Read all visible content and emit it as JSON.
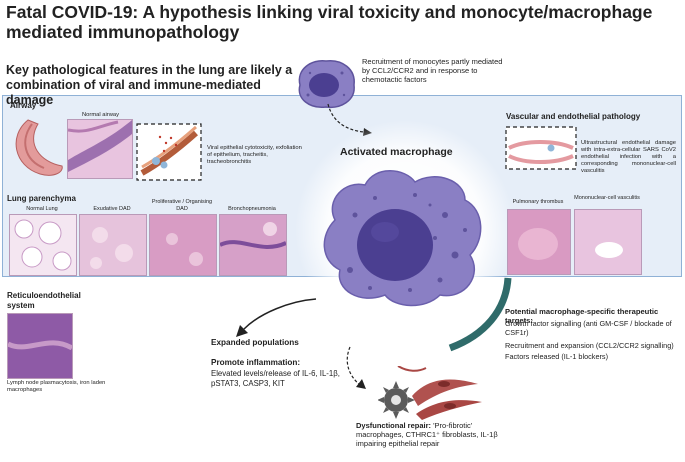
{
  "title": "Fatal COVID-19: A hypothesis linking viral toxicity and monocyte/macrophage mediated immunopathology",
  "subtitle": "Key pathological features in the lung are likely a combination of viral and immune-mediated damage",
  "recruitment_text": "Recruitment of monocytes partly mediated by CCL2/CCR2 and in response to chemotactic factors",
  "activated_macrophage": "Activated macrophage",
  "airway": {
    "heading": "Airway",
    "normal_airway": "Normal airway",
    "description": "Viral epithelial cytotoxicity, exfoliation of epithelium, tracheitis, tracheobronchitis"
  },
  "lung_parenchyma": {
    "heading": "Lung parenchyma",
    "panels": [
      "Normal Lung",
      "Exudative DAD",
      "Proliferative / Organising DAD",
      "Bronchopneumonia"
    ]
  },
  "vascular": {
    "heading": "Vascular and endothelial pathology",
    "description": "Ultrastructural endothelial damage with intra-extra-cellular SARS CoV2 endothelial infection with a corresponding mononuclear-cell vasculitis",
    "panels": [
      "Pulmonary thrombus",
      "Mononuclear-cell vasculitis"
    ]
  },
  "reticuloendothelial": {
    "heading": "Reticuloendothelial system",
    "caption": "Lymph node plasmacytosis, iron laden macrophages"
  },
  "expanded_populations": "Expanded populations",
  "promote_inflammation": {
    "heading": "Promote inflammation:",
    "text": "Elevated levels/release of IL-6, IL-1β, pSTAT3, CASP3, KIT"
  },
  "therapeutic": {
    "heading": "Potential macrophage-specific therapeutic targets:",
    "items": [
      "Growth factor signalling (anti GM-CSF / blockade of CSF1r)",
      "Recruitment and expansion (CCL2/CCR2 signalling)",
      "Factors released (IL-1 blockers)"
    ]
  },
  "dysfunctional_repair": {
    "heading": "Dysfunctional repair:",
    "text": " 'Pro-fibrotic' macrophages, CTHRC1⁺ fibroblasts, IL-1β impairing epithelial repair"
  },
  "colors": {
    "panel_bg": "#e6eef8",
    "panel_border": "#8fb1d6",
    "macrophage": "#8a7fc4",
    "macrophage_nucleus": "#4b3f91",
    "arc": "#2f6b6a",
    "histology": "#c89ac6"
  }
}
